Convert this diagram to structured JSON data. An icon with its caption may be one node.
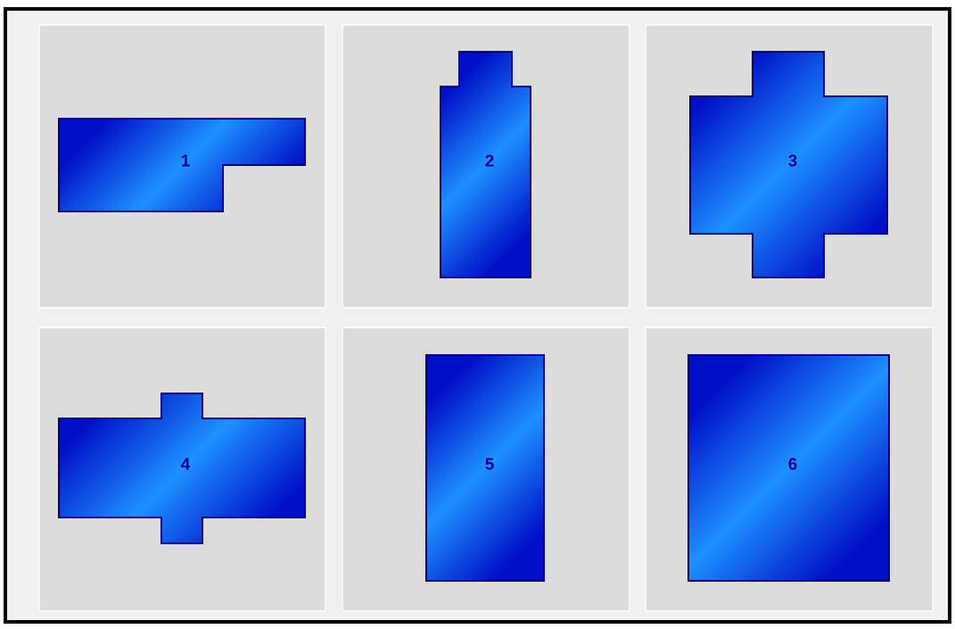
{
  "diagram": {
    "nodes": [
      {
        "text": [
          "1"
        ]
      },
      {
        "text": [
          "2"
        ]
      },
      {
        "text": [
          "3"
        ]
      },
      {
        "text": [
          "4"
        ]
      },
      {
        "text": [
          "5"
        ]
      },
      {
        "text": [
          "6"
        ]
      }
    ]
  }
}
